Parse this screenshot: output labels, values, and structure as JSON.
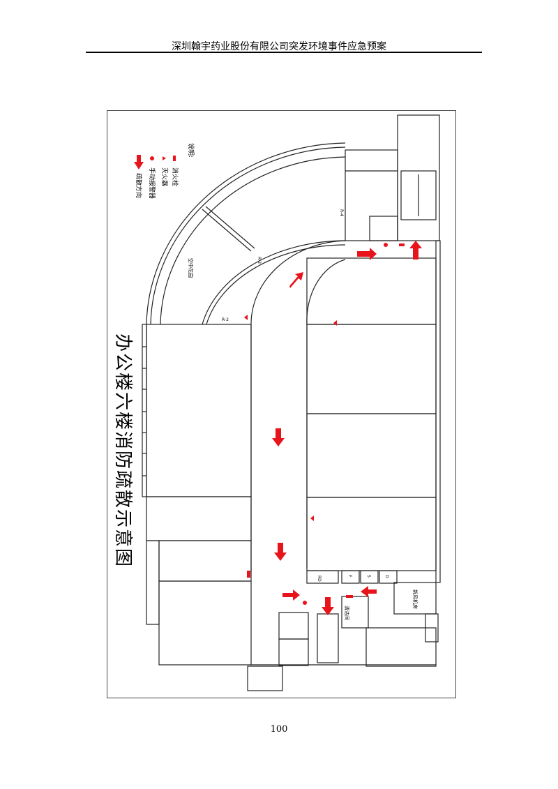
{
  "header": {
    "title": "深圳翰宇药业股份有限公司突发环境事件应急预案"
  },
  "diagram": {
    "title": "办公楼六楼消防疏散示意图",
    "legend": {
      "heading": "说明:",
      "items": [
        {
          "label": "消火栓",
          "icon": "fire-hydrant-icon"
        },
        {
          "label": "灭火器",
          "icon": "fire-extinguisher-icon"
        },
        {
          "label": "手动报警器",
          "icon": "manual-alarm-icon"
        },
        {
          "label": "疏散方向",
          "icon": "evacuation-arrow-icon"
        }
      ]
    },
    "rooms": {
      "sky_garden": "空中花园",
      "fresh_air_room": "新风机房",
      "cleaning_room": "清洁间",
      "r2": "R-2",
      "r3": "R-3",
      "r4": "R-4",
      "rd": "RD",
      "f": "F",
      "s": "S",
      "d": "D"
    },
    "colors": {
      "marker": "#e8141b",
      "wall": "#222222"
    }
  },
  "footer": {
    "page_number": "100"
  }
}
